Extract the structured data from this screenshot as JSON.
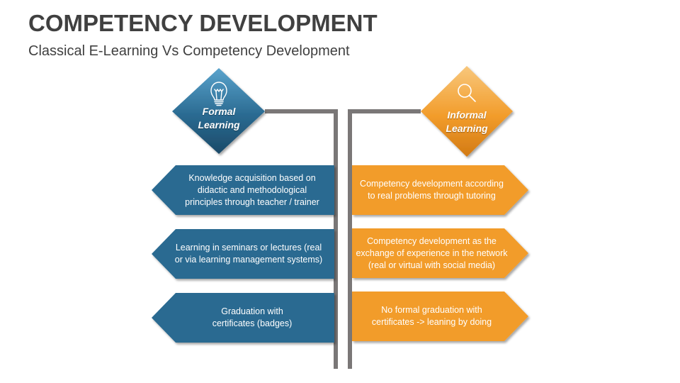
{
  "header": {
    "title": "COMPETENCY DEVELOPMENT",
    "subtitle": "Classical E-Learning Vs Competency Development"
  },
  "colors": {
    "formal": "#2a6a91",
    "formal_light": "#4b95c0",
    "formal_dark": "#1d4f70",
    "informal": "#f29c2b",
    "informal_light": "#f7c06f",
    "informal_dark": "#d9801a",
    "pole": "#7a7777",
    "text": "#404040"
  },
  "formal": {
    "icon": "lightbulb-icon",
    "label_line1": "Formal",
    "label_line2": "Learning",
    "items": [
      {
        "lines": [
          "Knowledge acquisition based on",
          "didactic and methodological",
          "principles through teacher / trainer"
        ]
      },
      {
        "lines": [
          "Learning in seminars or lectures (real",
          "or via learning management systems)"
        ]
      },
      {
        "lines": [
          "Graduation with",
          "certificates (badges)"
        ]
      }
    ]
  },
  "informal": {
    "icon": "magnifier-icon",
    "label_line1": "Informal",
    "label_line2": "Learning",
    "items": [
      {
        "lines": [
          "Competency development according",
          "to real problems through tutoring"
        ]
      },
      {
        "lines": [
          "Competency development as the",
          "exchange of experience in the network",
          "(real or virtual with social media)"
        ]
      },
      {
        "lines": [
          "No formal graduation with",
          "certificates -> leaning by doing"
        ]
      }
    ]
  }
}
